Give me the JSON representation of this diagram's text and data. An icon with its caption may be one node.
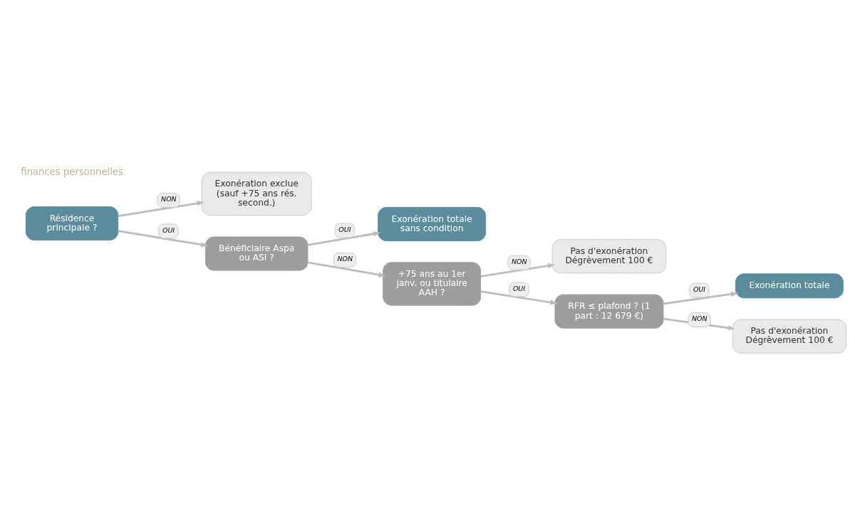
{
  "diagram": {
    "nodes": [
      {
        "text": [
          "Résidence principale ?"
        ]
      },
      {
        "text": [
          "Exonération exclue (sauf +75 ans rés. second.)"
        ]
      },
      {
        "text": [
          "Bénéficiaire Aspa ou ASI ?"
        ]
      },
      {
        "text": [
          "Exonération totale sans condition"
        ]
      },
      {
        "text": [
          "+75 ans au 1er janv. ou titulaire AAH ?"
        ]
      },
      {
        "text": [
          "Pas d'exonération Dégrèvement 100 €"
        ]
      },
      {
        "text": [
          "RFR ≤ plafond ? (1 part : 12 679 €)"
        ]
      },
      {
        "text": [
          "Exonération totale"
        ]
      },
      {
        "text": [
          "Pas d'exonération Dégrèvement 100 €"
        ]
      }
    ],
    "edges": [
      {
        "from": 0,
        "to": 1,
        "arrow": "to",
        "label": "NON"
      },
      {
        "from": 0,
        "to": 2,
        "arrow": "to",
        "label": "OUI"
      },
      {
        "from": 2,
        "to": 3,
        "arrow": "to",
        "label": "OUI"
      },
      {
        "from": 2,
        "to": 4,
        "arrow": "to",
        "label": "NON"
      },
      {
        "from": 4,
        "to": 5,
        "arrow": "to",
        "label": "NON"
      },
      {
        "from": 4,
        "to": 6,
        "arrow": "to",
        "label": "OUI"
      },
      {
        "from": 6,
        "to": 7,
        "arrow": "to",
        "label": "OUI"
      },
      {
        "from": 6,
        "to": 8,
        "arrow": "to",
        "label": "NON"
      }
    ],
    "labels": [
      "finances personnelles"
    ]
  }
}
